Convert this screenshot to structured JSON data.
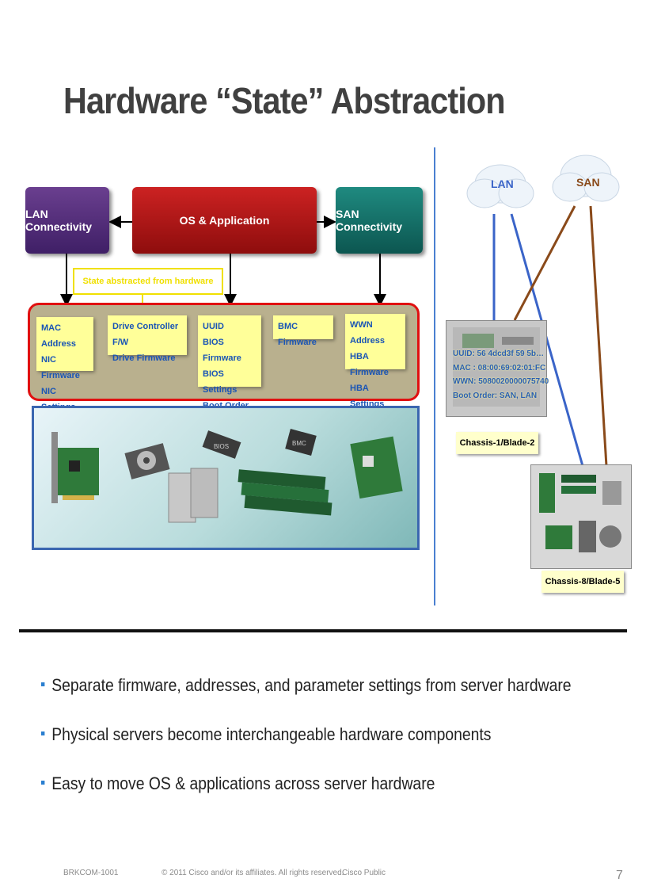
{
  "title": "Hardware “State” Abstraction",
  "diagram": {
    "lan_box": "LAN Connectivity",
    "os_box": "OS & Application",
    "san_box": "SAN Connectivity",
    "note": "State abstracted from hardware",
    "state_items": [
      {
        "lines": [
          "MAC Address",
          "NIC Firmware",
          "NIC Settings"
        ]
      },
      {
        "lines": [
          "Drive Controller F/W",
          "Drive Firmware"
        ]
      },
      {
        "lines": [
          "UUID",
          "BIOS Firmware",
          "BIOS Settings",
          "Boot Order"
        ]
      },
      {
        "lines": [
          "BMC Firmware"
        ]
      },
      {
        "lines": [
          "WWN Address",
          "HBA Firmware",
          "HBA Settings"
        ]
      }
    ],
    "hardware_panel_icons": [
      "network-card-icon",
      "hard-drive-icon",
      "bios-chip-icon",
      "bmc-chip-icon",
      "hba-card-icon",
      "disk-drive-icon",
      "memory-module-icon"
    ]
  },
  "right_diagram": {
    "lan_cloud": "LAN",
    "san_cloud": "SAN",
    "server_info": [
      "UUID: 56 4dcd3f 59 5b…",
      "MAC : 08:00:69:02:01:FC",
      "WWN: 5080020000075740",
      "Boot Order: SAN, LAN"
    ],
    "chassis1": "Chassis-1/Blade-2",
    "chassis8": "Chassis-8/Blade-5",
    "colors": {
      "lan_link": "#3a64c8",
      "san_link": "#8a4a1a"
    }
  },
  "bullets": [
    "Separate firmware, addresses, and parameter settings from server hardware",
    "Physical servers become interchangeable hardware components",
    "Easy to move OS & applications across server hardware"
  ],
  "footer": {
    "code": "BRKCOM-1001",
    "copyright": "© 2011 Cisco and/or its affiliates. All rights reserved.",
    "classification": "Cisco Public",
    "page": "7"
  }
}
